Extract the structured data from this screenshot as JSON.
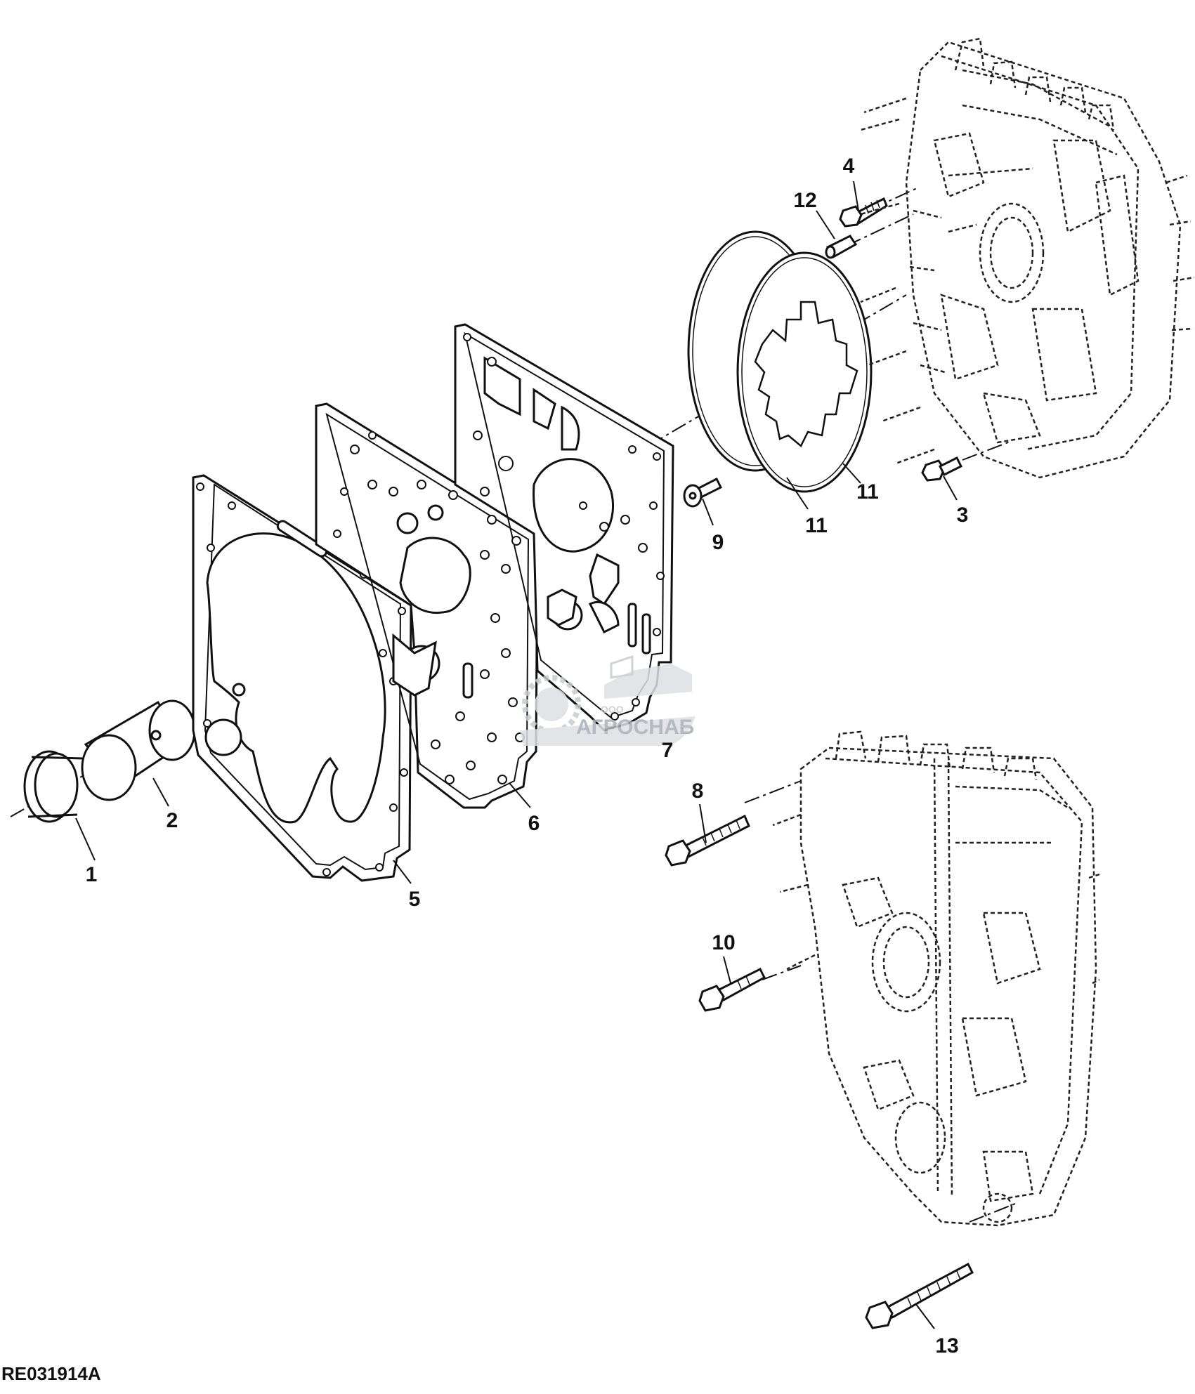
{
  "figure_id": "RE031914A",
  "callouts": [
    "1",
    "2",
    "3",
    "4",
    "5",
    "6",
    "7",
    "8",
    "9",
    "10",
    "11",
    "11",
    "12",
    "13"
  ],
  "watermark": {
    "small": "ООО",
    "name": "АГРОСНАБ"
  }
}
